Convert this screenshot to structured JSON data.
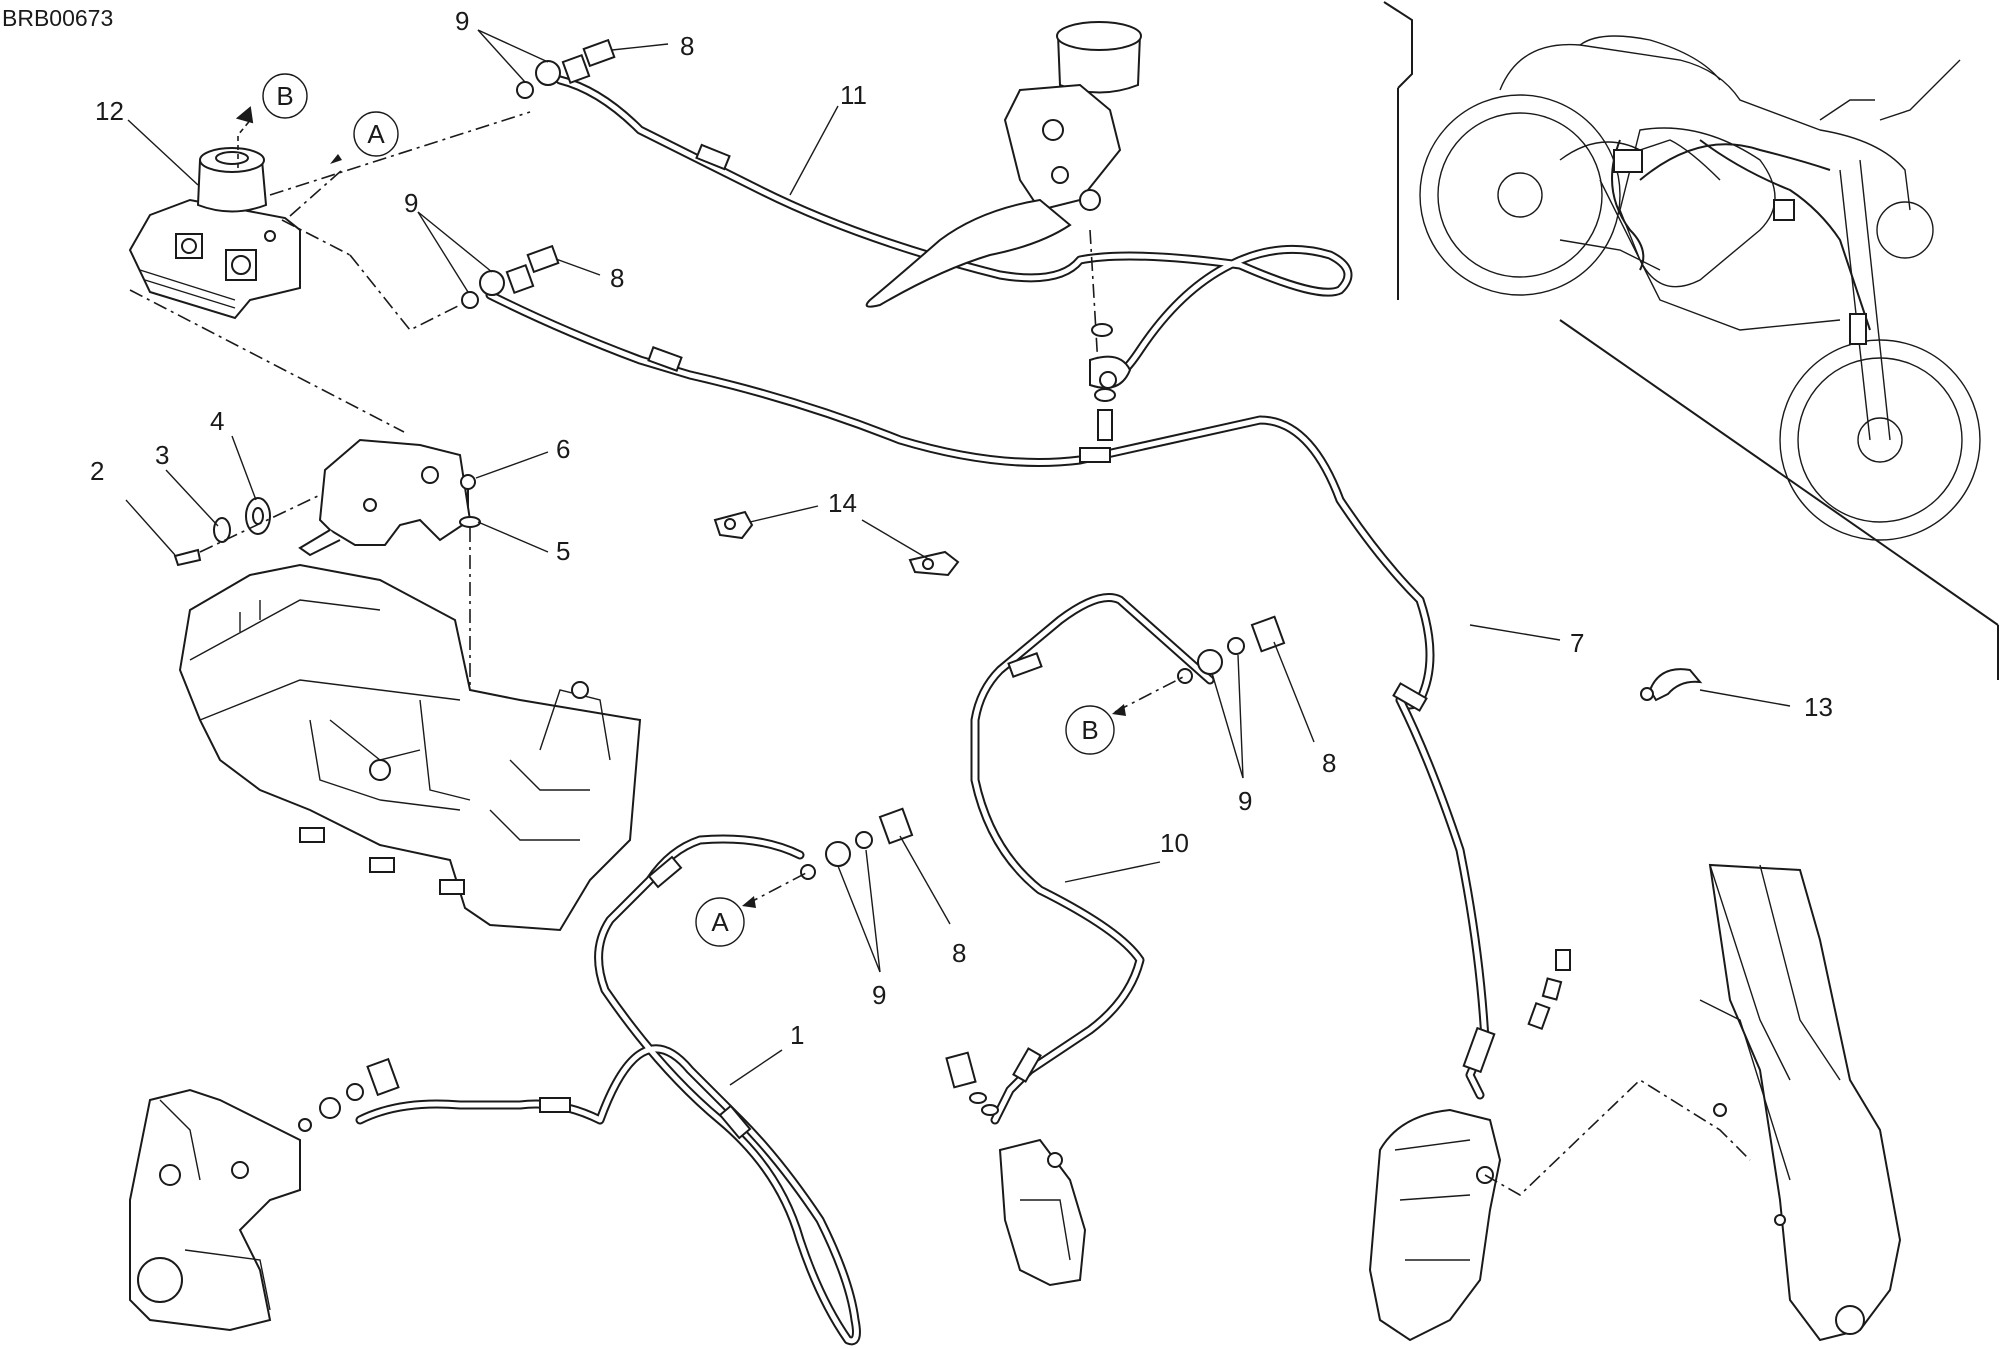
{
  "drawing_code": "BRB00673",
  "callouts": [
    {
      "id": "c1",
      "num": "1"
    },
    {
      "id": "c2",
      "num": "2"
    },
    {
      "id": "c3",
      "num": "3"
    },
    {
      "id": "c4",
      "num": "4"
    },
    {
      "id": "c5",
      "num": "5"
    },
    {
      "id": "c6",
      "num": "6"
    },
    {
      "id": "c7",
      "num": "7"
    },
    {
      "id": "c8a",
      "num": "8"
    },
    {
      "id": "c8b",
      "num": "8"
    },
    {
      "id": "c8c",
      "num": "8"
    },
    {
      "id": "c8d",
      "num": "8"
    },
    {
      "id": "c9a",
      "num": "9"
    },
    {
      "id": "c9b",
      "num": "9"
    },
    {
      "id": "c9c",
      "num": "9"
    },
    {
      "id": "c9d",
      "num": "9"
    },
    {
      "id": "c10",
      "num": "10"
    },
    {
      "id": "c11",
      "num": "11"
    },
    {
      "id": "c12",
      "num": "12"
    },
    {
      "id": "c13",
      "num": "13"
    },
    {
      "id": "c14",
      "num": "14"
    }
  ],
  "refs": {
    "a_top": "A",
    "b_top": "B",
    "a_mid": "A",
    "b_mid": "B"
  }
}
